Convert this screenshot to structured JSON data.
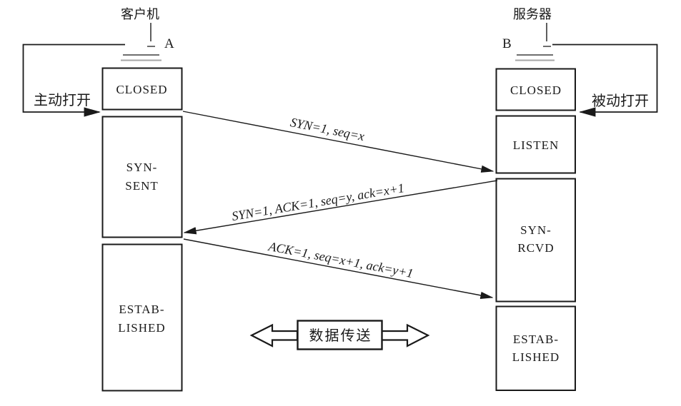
{
  "client": {
    "title": "客户机",
    "host_letter": "A",
    "open_label": "主动打开",
    "states": {
      "closed": "CLOSED",
      "syn_sent_line1": "SYN-",
      "syn_sent_line2": "SENT",
      "established_line1": "ESTAB-",
      "established_line2": "LISHED"
    }
  },
  "server": {
    "title": "服务器",
    "host_letter": "B",
    "open_label": "被动打开",
    "states": {
      "closed": "CLOSED",
      "listen": "LISTEN",
      "syn_rcvd_line1": "SYN-",
      "syn_rcvd_line2": "RCVD",
      "established_line1": "ESTAB-",
      "established_line2": "LISHED"
    }
  },
  "messages": {
    "syn": "SYN=1, seq=x",
    "syn_ack": "SYN=1, ACK=1, seq=y, ack=x+1",
    "ack": "ACK=1, seq=x+1, ack=y+1"
  },
  "data_transfer_label": "数据传送"
}
